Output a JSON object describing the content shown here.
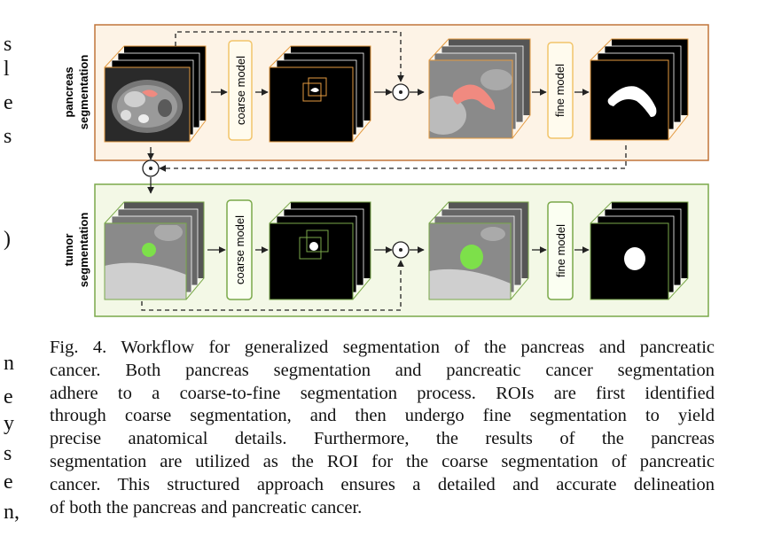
{
  "left_margin_fragments": [
    "s",
    "l",
    "e",
    "s",
    ")",
    "n",
    "e",
    "y",
    "s",
    "e",
    "n,"
  ],
  "figure": {
    "top_label_line1": "pancreas",
    "top_label_line2": "segmentation",
    "bottom_label_line1": "tumor",
    "bottom_label_line2": "segmentation",
    "coarse_model": "coarse model",
    "fine_model": "fine model",
    "colors": {
      "pancreas_panel_bg": "#fdf3e6",
      "pancreas_panel_border": "#c0753a",
      "pancreas_mask": "#f08a80",
      "tumor_panel_bg": "#f3f8e6",
      "tumor_panel_border": "#7aa84a",
      "tumor_mask": "#7de04a",
      "fine_box_border": "#f2c46a"
    }
  },
  "caption": {
    "lines": [
      "Fig. 4. Workflow for generalized segmentation of the pancreas and pancreatic",
      "cancer. Both pancreas segmentation and pancreatic cancer segmentation",
      "adhere to a coarse-to-fine segmentation process. ROIs are first identified",
      "through coarse segmentation, and then undergo fine segmentation to yield",
      "precise anatomical details. Furthermore, the results of the pancreas",
      "segmentation are utilized as the ROI for the coarse segmentation of pancreatic",
      "cancer. This structured approach ensures a detailed and accurate delineation",
      "of both the pancreas and pancreatic cancer."
    ]
  }
}
